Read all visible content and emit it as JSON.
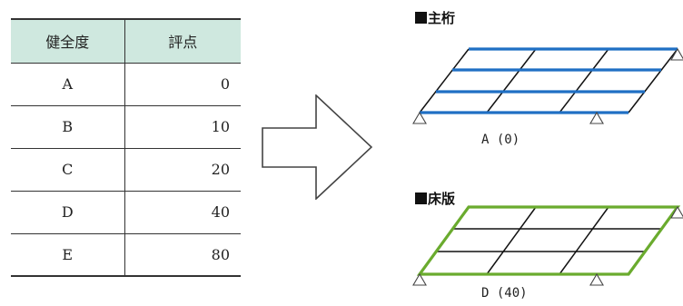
{
  "table": {
    "headers": [
      "健全度",
      "評点"
    ],
    "rows": [
      {
        "grade": "A",
        "score": "0"
      },
      {
        "grade": "B",
        "score": "10"
      },
      {
        "grade": "C",
        "score": "20"
      },
      {
        "grade": "D",
        "score": "40"
      },
      {
        "grade": "E",
        "score": "80"
      }
    ],
    "header_bg": "#cfe8df"
  },
  "arrow": {
    "icon": "right-arrow-icon"
  },
  "diagrams": [
    {
      "title": "主桁",
      "caption": "A (0)",
      "highlight": "main-girders",
      "highlight_color": "#1f6fc4"
    },
    {
      "title": "床版",
      "caption": "D (40)",
      "highlight": "deck-slab-outline",
      "highlight_color": "#6aab2e"
    }
  ]
}
